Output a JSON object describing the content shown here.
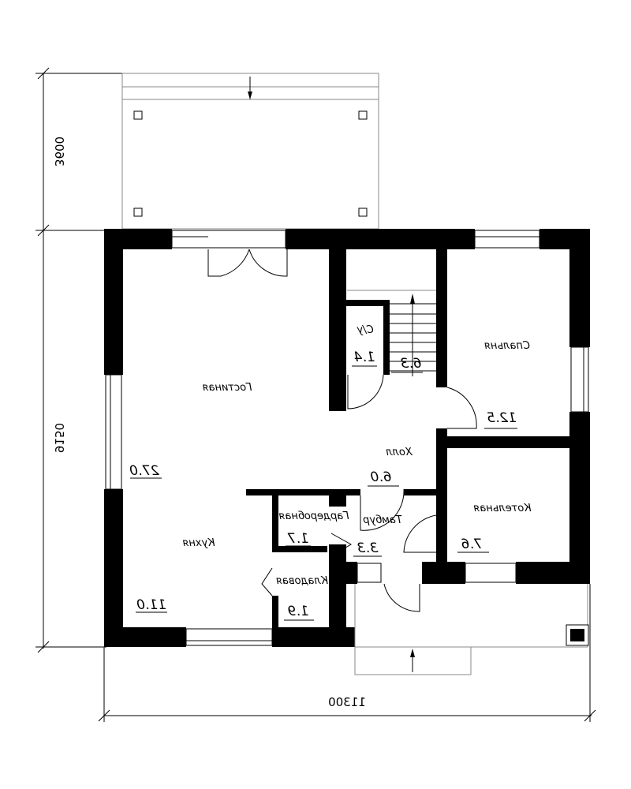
{
  "dimensions": {
    "terrace_depth": "3600",
    "house_depth": "9150",
    "house_width": "11300"
  },
  "rooms": [
    {
      "name": "Гостиная",
      "area": "27.0"
    },
    {
      "name": "Кухня",
      "area": "11.0"
    },
    {
      "name": "С/у",
      "area": "1.4"
    },
    {
      "name": "",
      "area": "6.3"
    },
    {
      "name": "Спальня",
      "area": "12.5"
    },
    {
      "name": "Холл",
      "area": "6.0"
    },
    {
      "name": "Котельная",
      "area": "7.6"
    },
    {
      "name": "Тамбур",
      "area": "3.3"
    },
    {
      "name": "Гардеробная",
      "area": "1.7"
    },
    {
      "name": "Кладовая",
      "area": "1.9"
    }
  ]
}
